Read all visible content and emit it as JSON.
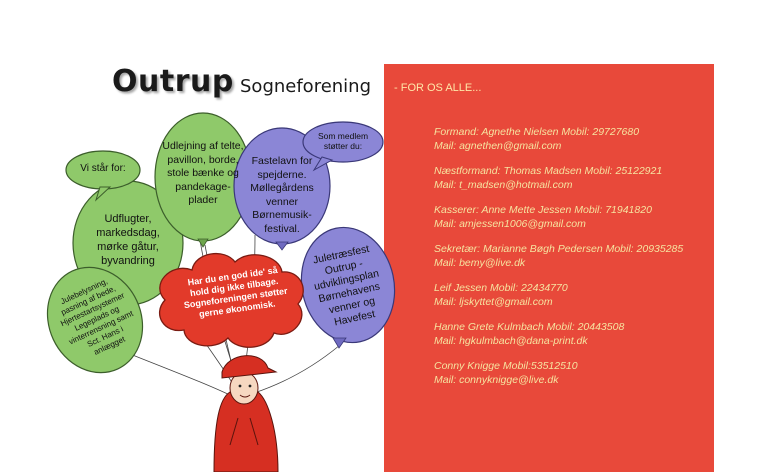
{
  "header": {
    "title_main": "Outrup",
    "title_sub": "Sogneforening",
    "tagline": "- FOR OS ALLE..."
  },
  "balloons": {
    "vi_staar_for": "Vi står for:",
    "udflugter": "Udflugter, markedsdag, mørke gåtur, byvandring",
    "udlejning": "Udlejning af telte, pavillon, borde, stole bænke og pandekage-plader",
    "som_medlem": "Som medlem støtter du:",
    "fastelavn": "Fastelavn for spejderne. Møllegårdens venner Børnemusik-festival.",
    "juletraesfest": "Juletræsfest Outrup - udviklingsplan Børnehavens venner og Havefest",
    "julebelysning": "Julebelysning, pasning af bede, Hjertestartsystemer Legeplads og vinterrensning samt Sct. Hans i anlægget",
    "har_du": "Har du en god ide' så hold dig ikke tilbage. Sogneforeningen støtter gerne økonomisk."
  },
  "contacts": [
    {
      "line1": "Formand: Agnethe Nielsen Mobil: 29727680",
      "line2": "Mail: agnethen@gmail.com"
    },
    {
      "line1": "Næstformand: Thomas Madsen Mobil: 25122921",
      "line2": "Mail: t_madsen@hotmail.com"
    },
    {
      "line1": "Kasserer: Anne Mette Jessen Mobil: 71941820",
      "line2": "Mail: amjessen1006@gmail.com"
    },
    {
      "line1": "Sekretær: Marianne Bøgh Pedersen Mobil: 20935285",
      "line2": "Mail: bemy@live.dk"
    },
    {
      "line1": "Leif Jessen Mobil: 22434770",
      "line2": "Mail: ljskyttet@gmail.com"
    },
    {
      "line1": "Hanne Grete Kulmbach Mobil: 20443508",
      "line2": "Mail: hgkulmbach@dana-print.dk"
    },
    {
      "line1": "Conny Knigge Mobil:53512510",
      "line2": "Mail: connyknigge@live.dk"
    }
  ],
  "colors": {
    "panel_red": "#e8493a",
    "contact_text": "#f6e3a0",
    "balloon_green": "#8fc96a",
    "balloon_purple": "#8b86d6",
    "cloud_red": "#e23a2a"
  }
}
